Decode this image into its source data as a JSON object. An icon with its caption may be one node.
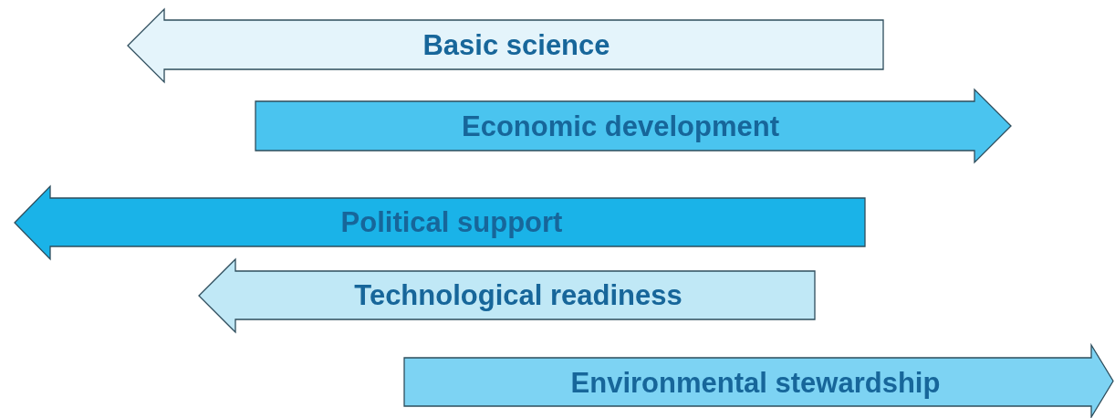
{
  "diagram": {
    "nodes": [
      {
        "text": [
          "Basic science"
        ]
      },
      {
        "text": [
          "Economic development"
        ]
      },
      {
        "text": [
          "Political support"
        ]
      },
      {
        "text": [
          "Technological readiness"
        ]
      },
      {
        "text": [
          "Environmental stewardship"
        ]
      }
    ]
  }
}
